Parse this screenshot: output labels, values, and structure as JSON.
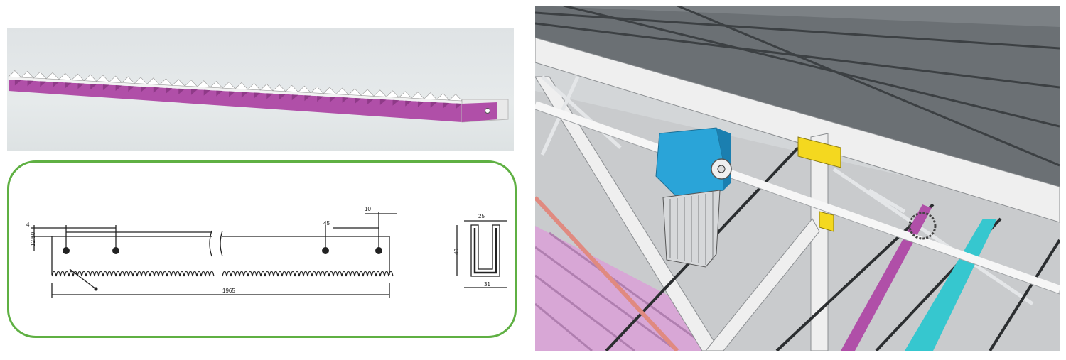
{
  "colors": {
    "rack_body": "#b04fa8",
    "rack_teeth": "#ffffff",
    "frame_border": "#5fb043",
    "gearbox": "#2aa4d8",
    "bracket": "#f4d81f",
    "roof": "#707579",
    "cyan_rail": "#36c7cf",
    "pink_pipe": "#e08a80"
  },
  "drawing": {
    "dim_tooth_height": "4",
    "dim_hole_offset": "12.50",
    "dim_end_offset": "10",
    "dim_hole_spacing": "45",
    "dim_total_length": "1965",
    "dim_profile_width": "25",
    "dim_profile_height": "40",
    "dim_profile_base": "31"
  },
  "icons": {
    "render": "rack-3d-render",
    "drawing": "rack-technical-drawing",
    "scene": "greenhouse-rack-drive-scene"
  }
}
